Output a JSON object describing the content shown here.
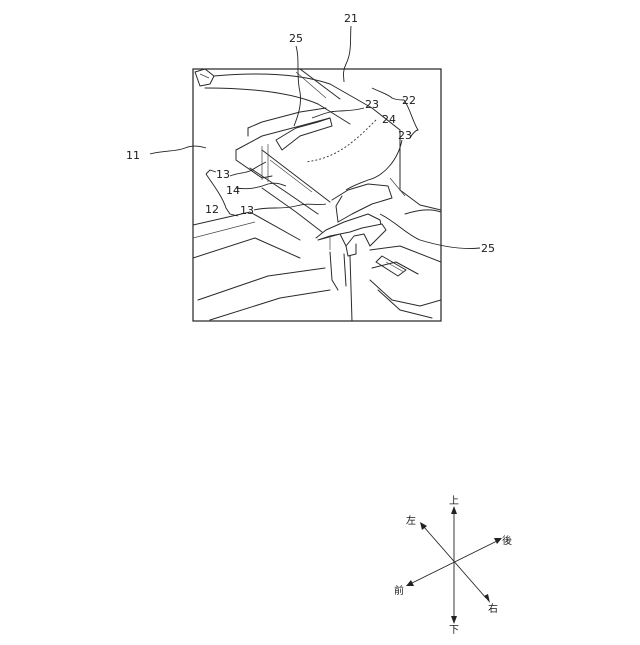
{
  "figure": {
    "labels": {
      "l11": "11",
      "l12": "12",
      "l13a": "13",
      "l13b": "13",
      "l14": "14",
      "l21": "21",
      "l22": "22",
      "l23a": "23",
      "l23b": "23",
      "l24": "24",
      "l25a": "25",
      "l25b": "25"
    }
  },
  "compass": {
    "up": "上",
    "down": "下",
    "left": "左",
    "right": "右",
    "front": "前",
    "back": "後"
  }
}
